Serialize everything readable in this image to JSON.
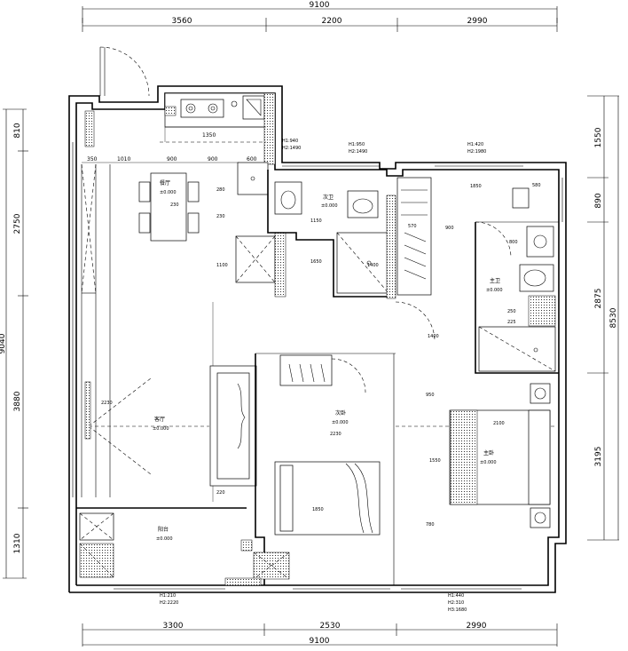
{
  "dimensions": {
    "top_total": "9100",
    "top_segments": [
      "3560",
      "2200",
      "2990"
    ],
    "bottom_total": "9100",
    "bottom_segments": [
      "3300",
      "2530",
      "2990"
    ],
    "left_total": "9040",
    "left_segments": [
      "810",
      "2750",
      "3880",
      "1310"
    ],
    "right_total": "8530",
    "right_segments": [
      "1550",
      "890",
      "2875",
      "3195"
    ]
  },
  "windows": {
    "w1": {
      "h1": "H1:940",
      "h2": "H2:1490"
    },
    "w2": {
      "h1": "H1:950",
      "h2": "H2:1490"
    },
    "w3": {
      "h1": "H1:420",
      "h2": "H2:1980"
    },
    "w4": {
      "h1": "H1:210",
      "h2": "H2:2220"
    },
    "w5": {
      "h1": "H1:440",
      "h2": "H2:310",
      "h3": "H3:1680"
    }
  },
  "rooms": {
    "dining": {
      "name": "餐厅",
      "level": "±0.000"
    },
    "living": {
      "name": "客厅",
      "level": "±0.000"
    },
    "guest_bath": {
      "name": "次卫",
      "level": "±0.000"
    },
    "second_bedroom": {
      "name": "次卧",
      "level": "±0.000"
    },
    "master_bath": {
      "name": "主卫",
      "level": "±0.000"
    },
    "master_bedroom": {
      "name": "主卧",
      "level": "±0.000"
    },
    "balcony": {
      "name": "阳台",
      "level": "±0.000"
    }
  },
  "inner_dims": {
    "k1": "1350",
    "k2": "350",
    "k3": "1010",
    "k4": "900",
    "k5": "600",
    "d1": "280",
    "d2": "230",
    "d3": "230",
    "d4": "2230",
    "g1": "1150",
    "g2": "1650",
    "g3": "1400",
    "b1": "1850",
    "b2": "900",
    "b3": "580",
    "b4": "570",
    "b5": "2100",
    "b6": "1550",
    "b7": "1400",
    "b8": "800",
    "c1": "2230",
    "c2": "1850",
    "c3": "1100",
    "c4": "220",
    "m1": "950",
    "m2": "250",
    "m3": "780",
    "m4": "225"
  }
}
